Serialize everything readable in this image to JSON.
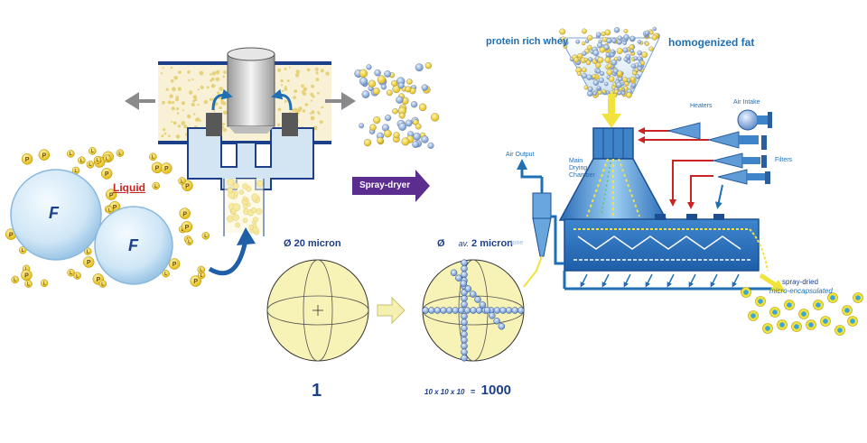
{
  "labels": {
    "liquid": "Liquid",
    "fat_symbol": "F",
    "protein_symbol": "P",
    "lipid_symbol": "L",
    "spray_dryer": "Spray-dryer",
    "diam_20": "Ø  20 micron",
    "diam_2_prefix": "Ø",
    "diam_2_av": "av.",
    "diam_2_value": "2 micron",
    "cyclone_partial": "lone",
    "count_one": "1",
    "formula": "10 x 10 x 10",
    "equals": "=",
    "count_1000": "1000",
    "protein_rich_whey": "protein rich whey",
    "homogenized_fat": "homogenized fat",
    "heaters": "Heaters",
    "air_intake": "Air Intake",
    "filters": "Filters",
    "air_output": "Air Output",
    "main_drying_chamber": "Main\nDrying\nChamber",
    "spray_dried": "spray-dried",
    "micro_encapsulated": "micro-encapsulated"
  },
  "colors": {
    "blue": "#1f6fb5",
    "dark_blue": "#1c3f8a",
    "purple": "#5b2d8e",
    "red": "#cc2222",
    "yellow": "#f2e33c",
    "pale_yellow": "#f7f2b5",
    "gray": "#8a8a8a"
  }
}
